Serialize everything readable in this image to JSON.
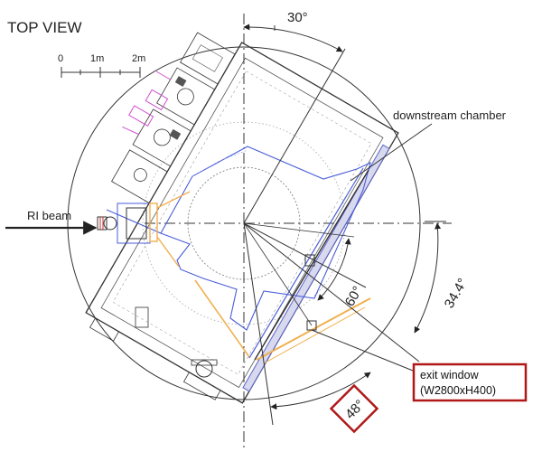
{
  "title": "TOP VIEW",
  "scale_bar": {
    "ticks": [
      "0",
      "1m",
      "2m"
    ]
  },
  "labels": {
    "beam": "RI beam",
    "chamber": "downstream chamber",
    "angle_top": "30°",
    "angle_60": "60°",
    "angle_344": "34.4°",
    "angle_48": "48°"
  },
  "exit_window": {
    "line1": "exit window",
    "line2": "(W2800xH400)"
  },
  "colors": {
    "line": "#333333",
    "blue": "#4a5ed8",
    "orange": "#f0b050",
    "magenta": "#d050d0",
    "box_red": "#b01818"
  }
}
